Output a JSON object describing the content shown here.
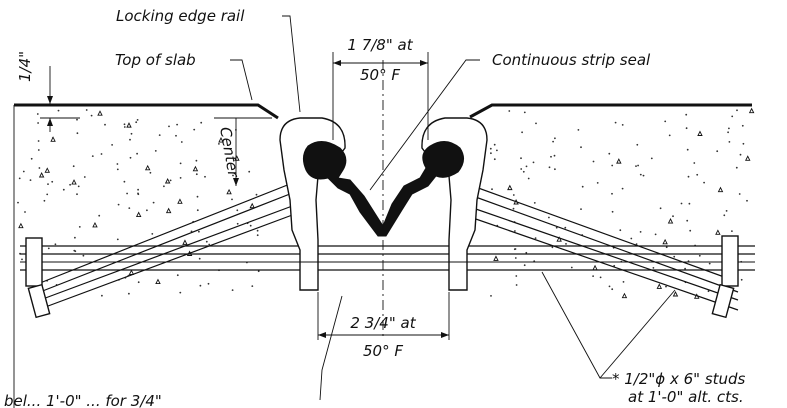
{
  "labels": {
    "locking_edge_rail": "Locking edge rail",
    "top_of_slab": "Top of slab",
    "continuous_strip_seal": "Continuous strip seal",
    "center": "Center",
    "quarter_inch": "1/4\"",
    "gap_top_value": "1 7/8\" at",
    "gap_top_temp": "50° F",
    "gap_bottom_value": "2 3/4\" at",
    "gap_bottom_temp": "50° F",
    "studs_line1": "* 1/2\"ϕ x 6\" studs",
    "studs_line2": "at 1'-0\" alt. cts.",
    "cut_note": "bel... 1'-0\" ... for 3/4\""
  },
  "colors": {
    "ink": "#111111",
    "background": "#ffffff"
  }
}
